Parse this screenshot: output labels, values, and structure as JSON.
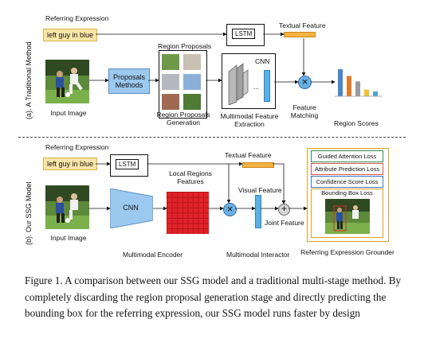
{
  "section_a": {
    "side_label": "(a). A Traditional Method",
    "referring_expression_label": "Referring Expression",
    "expression_text": "left guy in blue",
    "lstm_label": "LSTM",
    "textual_feature_label": "Textual Feature",
    "region_proposals_label": "Region Proposals",
    "proposals_methods_label": "Proposals Methods",
    "cnn_label": "CNN",
    "input_image_label": "Input  Image",
    "region_proposals_generation_label": "Region Proposals Generation",
    "multimodal_feature_extraction_label": "Multimodal Feature Extraction",
    "feature_matching_label": "Feature Matching",
    "region_scores_label": "Region Scores",
    "dots": "..."
  },
  "section_b": {
    "side_label": "(b). Our SSG Model",
    "referring_expression_label": "Referring Expression",
    "expression_text": "left guy in blue",
    "lstm_label": "LSTM",
    "textual_feature_label": "Textual Feature",
    "cnn_label": "CNN",
    "local_regions_features_label": "Local Regions Features",
    "visual_feature_label": "Visual Feature",
    "joint_feature_label": "Joint Feature",
    "input_image_label": "Input Image",
    "multimodal_encoder_label": "Multimodal Encoder",
    "multimodal_interactor_label": "Multimodal Interactor",
    "grounder_label": "Referring Expression Grounder",
    "losses": [
      {
        "label": "Guided Attention Loss",
        "color": "#2e8b57"
      },
      {
        "label": "Attribute Prediction Loss",
        "color": "#d9534f"
      },
      {
        "label": "Confidence Score Loss",
        "color": "#3a78c2"
      }
    ],
    "bounding_box_loss_label": "Bounding Box Loss",
    "bounding_box_loss_color": "#e0a020"
  },
  "caption": "Figure 1. A comparison between our SSG model and a traditional multi-stage method. By completely discarding the region proposal generation stage and directly predicting the bounding box for the referring expression, our SSG model runs faster by design",
  "colors": {
    "yellow": "#fbe5a6",
    "blue": "#9cc9ef",
    "bars": [
      "#4a86c8",
      "#e07b2a",
      "#9b9b9b",
      "#f2c230",
      "#4fa3d9"
    ]
  },
  "region_scores": [
    1.0,
    0.75,
    0.55,
    0.25,
    0.18
  ]
}
